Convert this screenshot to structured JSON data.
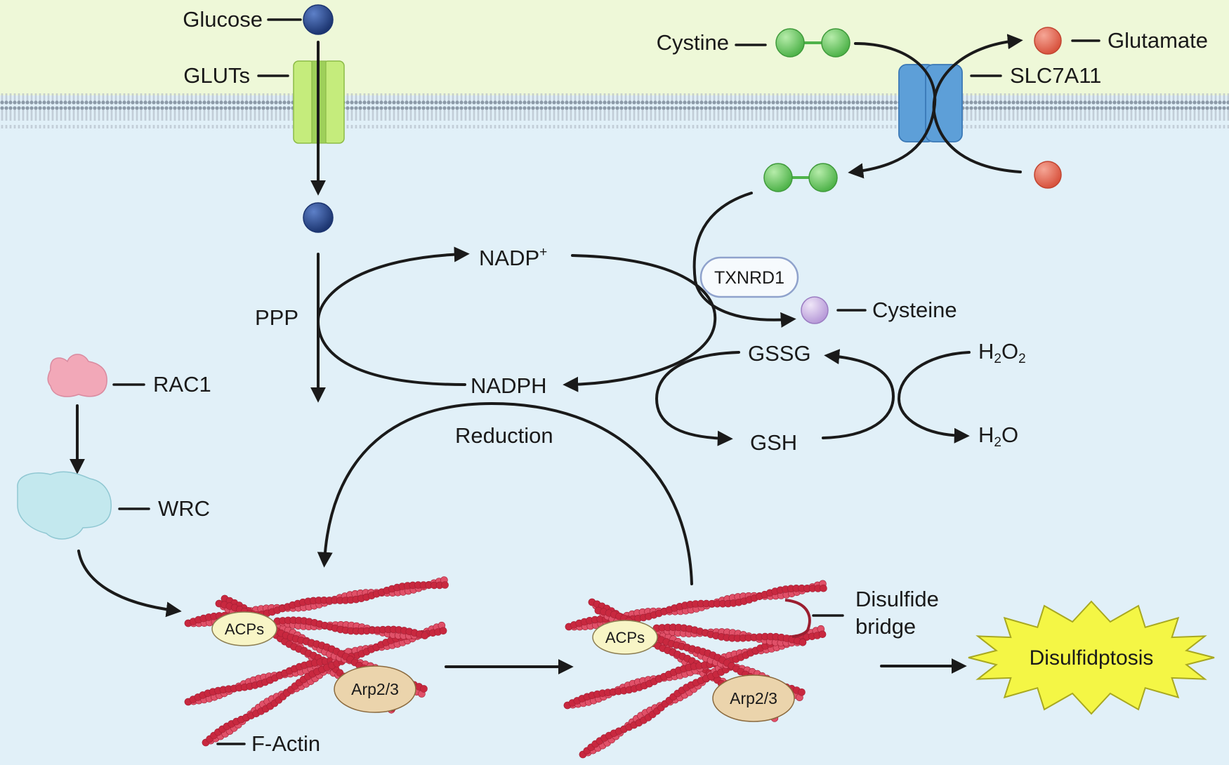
{
  "labels": {
    "glucose": "Glucose",
    "gluts": "GLUTs",
    "cystine": "Cystine",
    "glutamate": "Glutamate",
    "slc7a11": "SLC7A11",
    "nadp_base": "NADP",
    "nadp_sup": "+",
    "ppp": "PPP",
    "nadph": "NADPH",
    "txnrd1": "TXNRD1",
    "cysteine": "Cysteine",
    "gssg": "GSSG",
    "h2o2_h": "H",
    "h2o2_sub": "2",
    "h2o2_o": "O",
    "h2o2_sub2": "2",
    "gsh": "GSH",
    "h2o_h": "H",
    "h2o_sub": "2",
    "h2o_o": "O",
    "rac1": "RAC1",
    "reduction": "Reduction",
    "wrc": "WRC",
    "acps": "ACPs",
    "arp23": "Arp2/3",
    "f_actin": "F-Actin",
    "disulfide_line1": "Disulfide",
    "disulfide_line2": "bridge",
    "disulfidptosis": "Disulfidptosis"
  },
  "colors": {
    "extracellular": "#eef8d8",
    "cytoplasm": "#e1f0f8",
    "glucose": "#2c4b8e",
    "glut": "#c5ec7c",
    "cystine": "#7dd07a",
    "glutamate": "#e8705e",
    "slc7a11": "#5d9fd8",
    "cysteine": "#cbb5e6",
    "rac1": "#f2a8b8",
    "wrc": "#bfe6ec",
    "actin": "#d33a52",
    "acps": "#f8f5c6",
    "arp23": "#ebd4ac",
    "star": "#f4f645"
  }
}
